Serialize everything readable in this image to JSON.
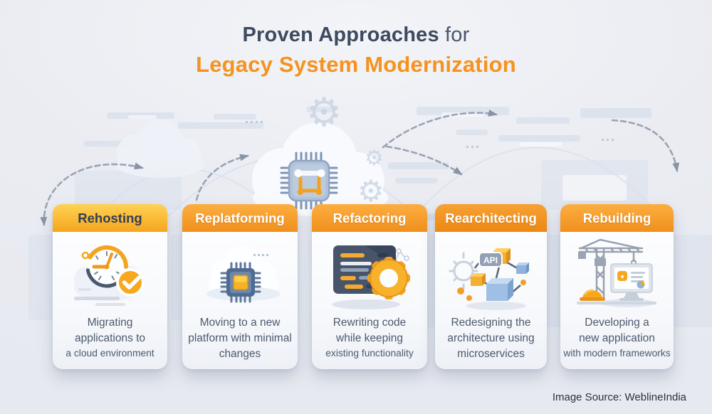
{
  "title": {
    "line1_strong": "Proven Approaches",
    "line1_rest": " for",
    "line2": "Legacy System Modernization"
  },
  "cards": [
    {
      "title": "Rehosting",
      "icon": "clock-check-cloud-icon",
      "desc_lines": [
        "Migrating",
        "applications to",
        "a cloud environment"
      ]
    },
    {
      "title": "Replatforming",
      "icon": "chip-on-cloud-icon",
      "desc_lines": [
        "Moving to a new",
        "platform with minimal",
        "changes"
      ]
    },
    {
      "title": "Refactoring",
      "icon": "code-window-gear-icon",
      "desc_lines": [
        "Rewriting code",
        "while keeping",
        "existing functionality"
      ]
    },
    {
      "title": "Rearchitecting",
      "icon": "cubes-api-icon",
      "desc_lines": [
        "Redesigning the",
        "architecture using",
        "microservices"
      ]
    },
    {
      "title": "Rebuilding",
      "icon": "crane-monitor-icon",
      "desc_lines": [
        "Developing a",
        "new application",
        "with modern frameworks"
      ]
    }
  ],
  "api_badge_label": "API",
  "credit": "Image Source: WeblineIndia",
  "colors": {
    "accent_orange": "#F6921E",
    "title_dark": "#3D4A5F",
    "header_gold_top": "#FFD254",
    "header_gold_bottom": "#F5A51D",
    "header_orange_top": "#FCAE41",
    "header_orange_bottom": "#F0901C",
    "body_text": "#4D5A6E",
    "arrow_gray": "#9AA3B4",
    "background": "#EAECF2"
  }
}
